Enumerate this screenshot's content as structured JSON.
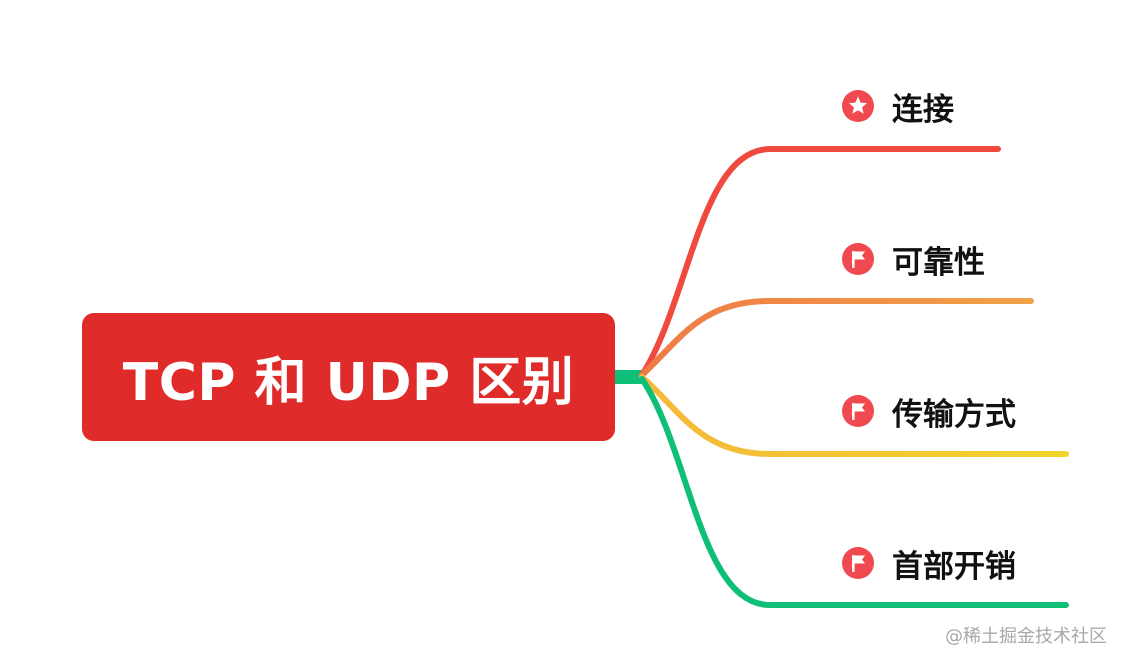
{
  "root": {
    "label": "TCP 和 UDP 区别",
    "color": "#e02b2b"
  },
  "branches": [
    {
      "label": "连接",
      "icon": "star-icon",
      "color": "#f04a3f"
    },
    {
      "label": "可靠性",
      "icon": "flag-icon",
      "color": "#f1a249"
    },
    {
      "label": "传输方式",
      "icon": "flag-icon",
      "color": "#f2d42b"
    },
    {
      "label": "首部开销",
      "icon": "flag-icon",
      "color": "#0fbf78"
    }
  ],
  "icon_color": "#f04a50",
  "trunk_color": "#0fbf78",
  "watermark": "@稀土掘金技术社区"
}
